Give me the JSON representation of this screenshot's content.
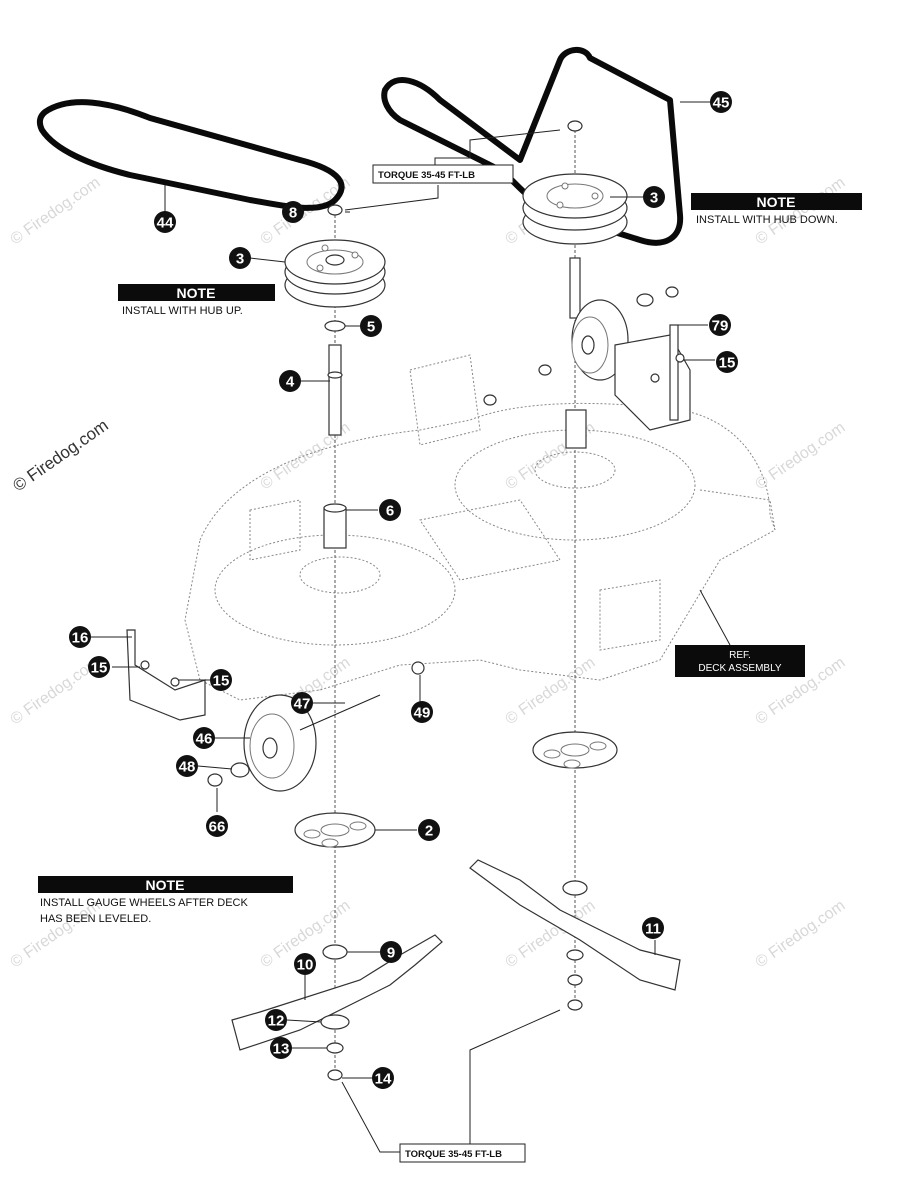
{
  "diagram": {
    "title": "Mower Deck Drive Parts Diagram",
    "watermark": "© Firedog.com",
    "notes": [
      {
        "id": "note-hub-up",
        "title": "NOTE",
        "text": [
          "INSTALL WITH HUB UP."
        ]
      },
      {
        "id": "note-hub-down",
        "title": "NOTE",
        "text": [
          "INSTALL WITH HUB DOWN."
        ]
      },
      {
        "id": "note-gauge-wheels",
        "title": "NOTE",
        "text": [
          "INSTALL GAUGE WHEELS AFTER DECK",
          "HAS BEEN LEVELED."
        ]
      }
    ],
    "torque_labels": [
      "TORQUE 35-45 FT-LB",
      "TORQUE 35-45 FT-LB"
    ],
    "reference_label": [
      "REF.",
      "DECK ASSEMBLY"
    ],
    "callouts": [
      {
        "num": "44",
        "part": "belt-left"
      },
      {
        "num": "45",
        "part": "belt-right"
      },
      {
        "num": "8",
        "part": "pulley-nut"
      },
      {
        "num": "3",
        "part": "pulley-left"
      },
      {
        "num": "3",
        "part": "pulley-right"
      },
      {
        "num": "5",
        "part": "washer"
      },
      {
        "num": "4",
        "part": "spindle-shaft"
      },
      {
        "num": "6",
        "part": "spindle-spacer"
      },
      {
        "num": "79",
        "part": "bracket-right"
      },
      {
        "num": "15",
        "part": "bolt-right"
      },
      {
        "num": "16",
        "part": "bracket-left"
      },
      {
        "num": "15",
        "part": "bolt-left-a"
      },
      {
        "num": "15",
        "part": "bolt-left-b"
      },
      {
        "num": "47",
        "part": "wheel-axle-bolt"
      },
      {
        "num": "49",
        "part": "spacer-nut"
      },
      {
        "num": "46",
        "part": "gauge-wheel"
      },
      {
        "num": "48",
        "part": "wheel-washer"
      },
      {
        "num": "66",
        "part": "wheel-locknut"
      },
      {
        "num": "2",
        "part": "blade-adapter"
      },
      {
        "num": "9",
        "part": "bearing-washer"
      },
      {
        "num": "10",
        "part": "blade-left"
      },
      {
        "num": "11",
        "part": "blade-right"
      },
      {
        "num": "12",
        "part": "blade-washer"
      },
      {
        "num": "13",
        "part": "lock-washer"
      },
      {
        "num": "14",
        "part": "blade-nut"
      }
    ]
  }
}
